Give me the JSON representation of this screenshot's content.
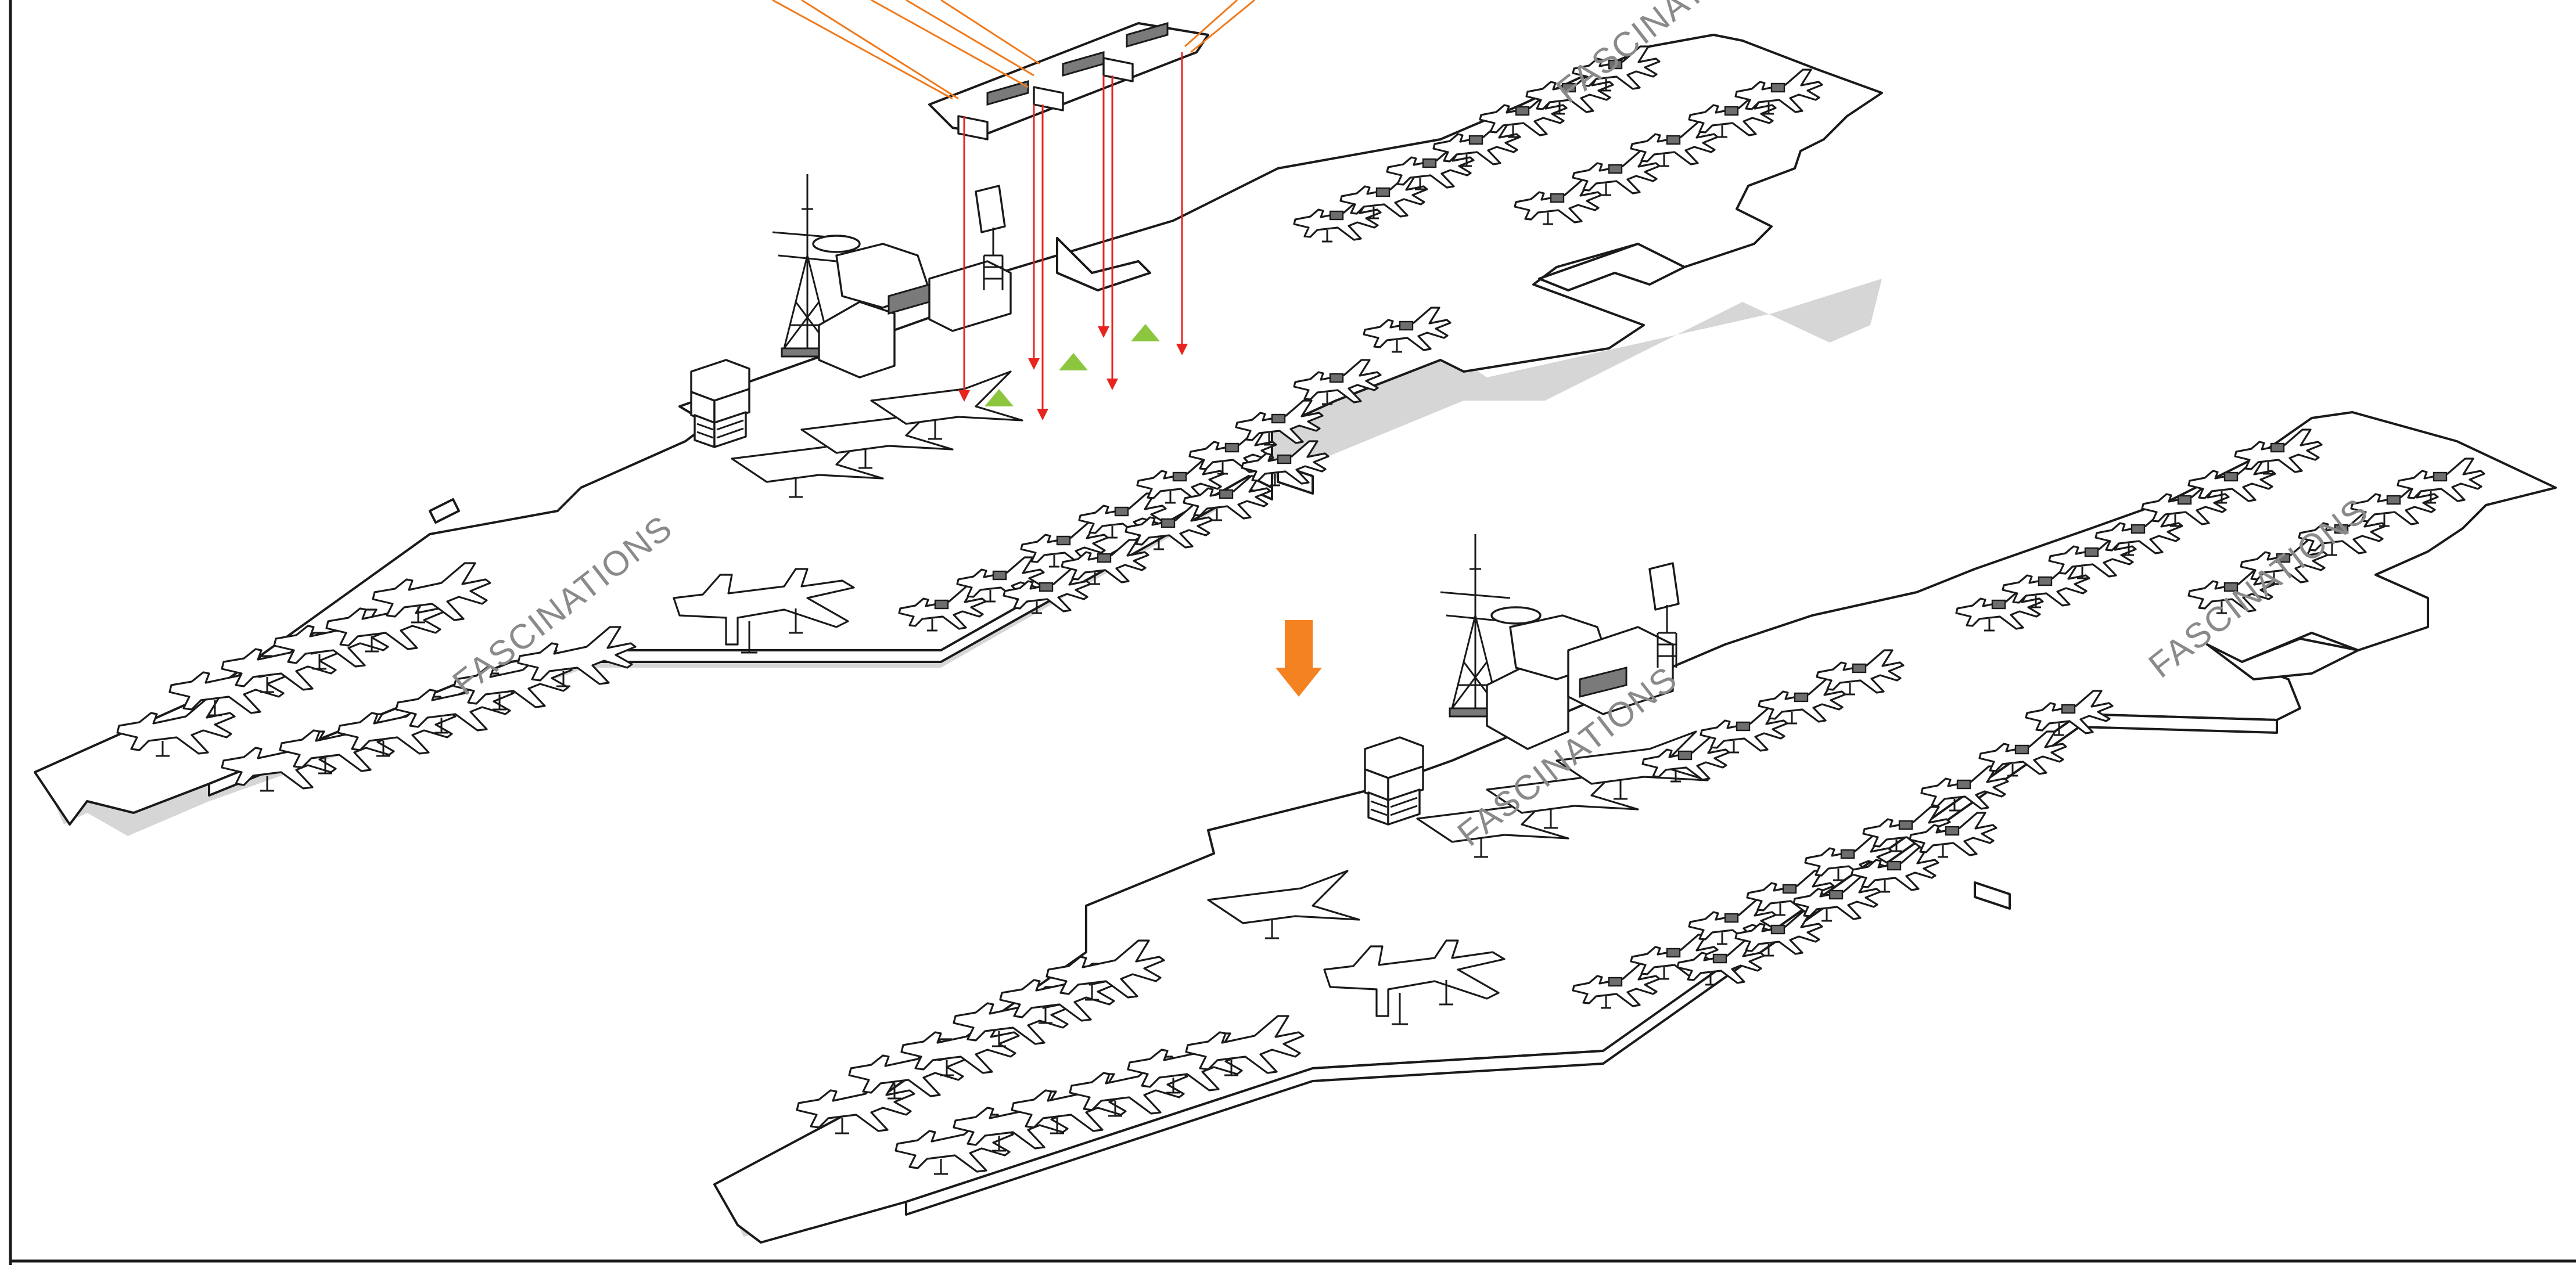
{
  "labels": {
    "top_left": "FASCINATIONS",
    "top_right": "FASCINATIONS",
    "bottom_island": "FASCINATIONS",
    "bottom_right": "FASCINATIONS"
  },
  "colors": {
    "guide_lines": "#f07a1c",
    "drop_lines": "#e8241f",
    "markers": "#8cc63f",
    "transition_arrow": "#f58220",
    "frame": "#1a1a1a"
  },
  "icons": {
    "transition": "down-arrow-icon",
    "marker": "triangle-marker-icon"
  }
}
